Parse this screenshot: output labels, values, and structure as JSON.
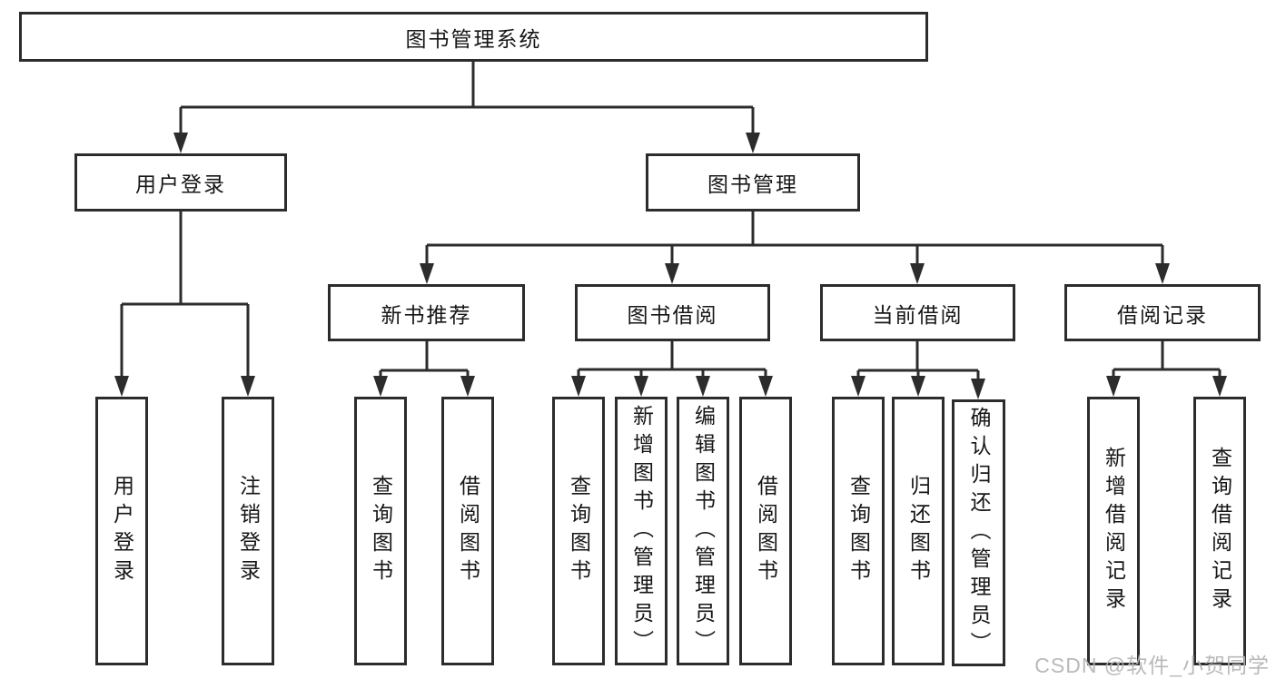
{
  "diagram": {
    "root": {
      "label": "图书管理系统"
    },
    "user_login_branch": {
      "label": "用户登录",
      "children": [
        {
          "label": "用户登录"
        },
        {
          "label": "注销登录"
        }
      ]
    },
    "book_mgmt_branch": {
      "label": "图书管理",
      "groups": [
        {
          "label": "新书推荐",
          "children": [
            {
              "label": "查询图书"
            },
            {
              "label": "借阅图书"
            }
          ]
        },
        {
          "label": "图书借阅",
          "children": [
            {
              "label": "查询图书"
            },
            {
              "label": "新增图书（管理员）"
            },
            {
              "label": "编辑图书（管理员）"
            },
            {
              "label": "借阅图书"
            }
          ]
        },
        {
          "label": "当前借阅",
          "children": [
            {
              "label": "查询图书"
            },
            {
              "label": "归还图书"
            },
            {
              "label": "确认归还（管理员）"
            }
          ]
        },
        {
          "label": "借阅记录",
          "children": [
            {
              "label": "新增借阅记录"
            },
            {
              "label": "查询借阅记录"
            }
          ]
        }
      ]
    }
  },
  "watermark": {
    "text": "CSDN @软件_小贺同学"
  },
  "colors": {
    "line": "#2c2c2c",
    "text": "#161616",
    "watermark": "#b4b4b6",
    "background": "#ffffff"
  }
}
